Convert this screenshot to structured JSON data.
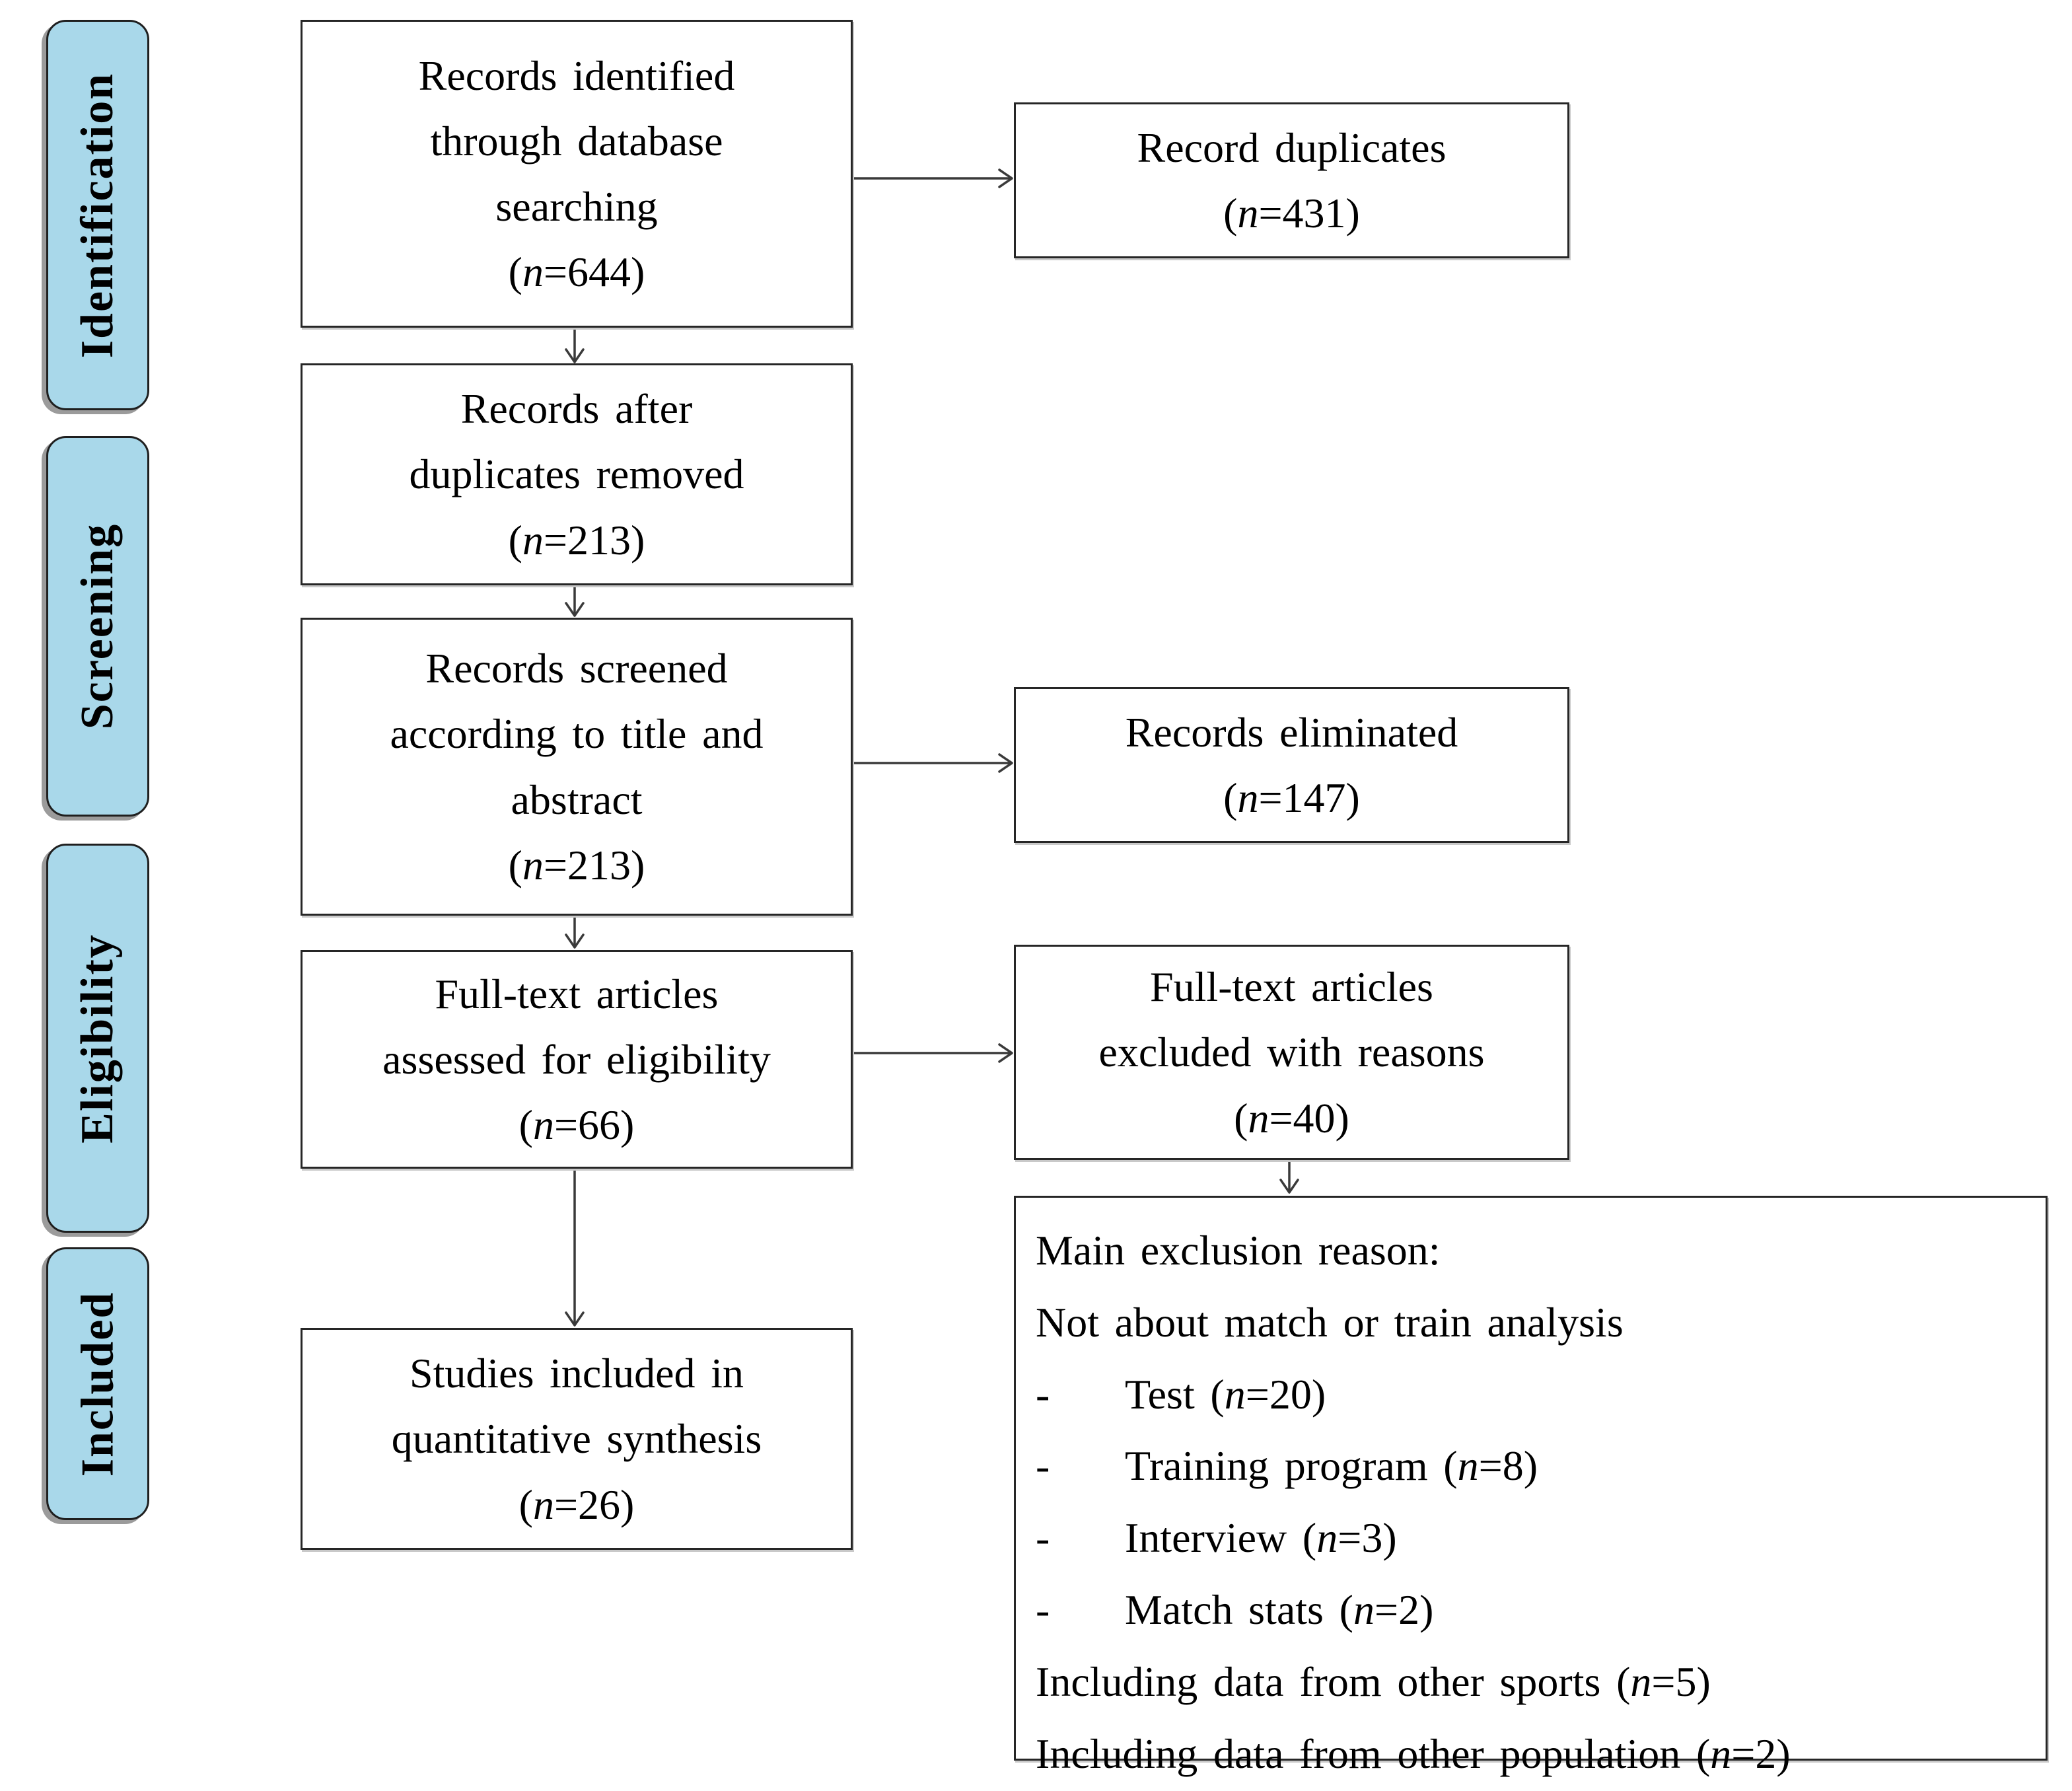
{
  "diagram": {
    "n_symbol": "n",
    "stage_labels": [
      {
        "id": "identification",
        "label": "Identification"
      },
      {
        "id": "screening",
        "label": "Screening"
      },
      {
        "id": "eligibility",
        "label": "Eligibility"
      },
      {
        "id": "included",
        "label": "Included"
      }
    ],
    "boxes": [
      {
        "id": "records-identified",
        "lines": [
          "Records identified",
          "through database",
          "searching"
        ],
        "n": "644"
      },
      {
        "id": "record-duplicates",
        "lines": [
          "Record duplicates"
        ],
        "n": "431"
      },
      {
        "id": "records-after-duplicates",
        "lines": [
          "Records after",
          "duplicates removed"
        ],
        "n": "213"
      },
      {
        "id": "records-screened",
        "lines": [
          "Records screened",
          "according to title and",
          "abstract"
        ],
        "n": "213"
      },
      {
        "id": "records-eliminated",
        "lines": [
          "Records eliminated"
        ],
        "n": "147"
      },
      {
        "id": "full-text-assessed",
        "lines": [
          "Full-text articles",
          "assessed for eligibility"
        ],
        "n": "66"
      },
      {
        "id": "full-text-excluded",
        "lines": [
          "Full-text articles",
          "excluded with reasons"
        ],
        "n": "40"
      },
      {
        "id": "studies-included",
        "lines": [
          "Studies included in",
          "quantitative synthesis"
        ],
        "n": "26"
      }
    ],
    "exclusion_box": {
      "id": "exclusion-reasons",
      "lines": [
        {
          "text": "Main exclusion reason:"
        },
        {
          "text": "Not about match or train analysis"
        },
        {
          "bullet": "-",
          "text": "Test",
          "n": "20"
        },
        {
          "bullet": "-",
          "text": "Training program",
          "n": "8"
        },
        {
          "bullet": "-",
          "text": "Interview",
          "n": "3"
        },
        {
          "bullet": "-",
          "text": "Match stats",
          "n": "2"
        },
        {
          "text": "Including data from other sports",
          "n": "5"
        },
        {
          "text": "Including data from other population",
          "n": "2"
        }
      ]
    },
    "colors": {
      "stage_fill": "#a9d8ea",
      "stage_border": "#1f1f1f",
      "box_border": "#262626",
      "arrow": "#3a3a3a",
      "text": "#000000"
    }
  }
}
